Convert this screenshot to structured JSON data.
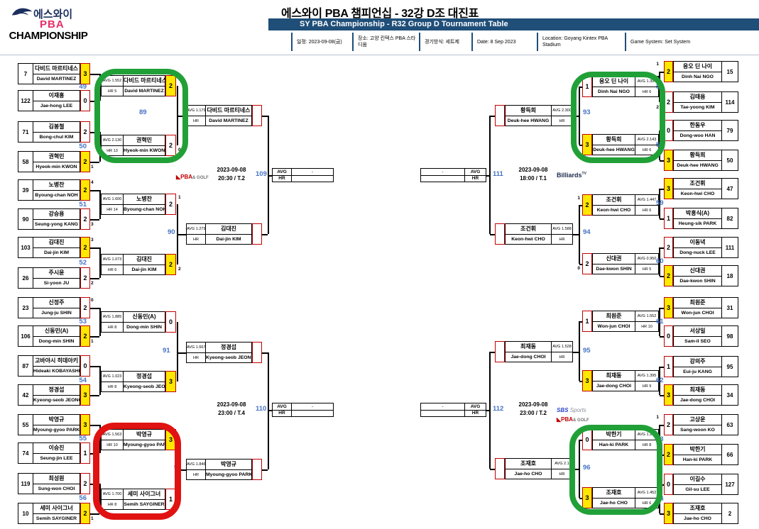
{
  "header": {
    "logo": {
      "brand_ko": "에스와이",
      "brand_pba": "PBA",
      "brand_champ": "CHAMPIONSHIP"
    },
    "title": "에스와이 PBA 챔피언십 - 32강 D조 대진표",
    "subtitle": "SY PBA Championship - R32 Group D Tournament Table",
    "info": [
      "일정: 2023-09-08(금)",
      "장소: 고양 킨텍스 PBA 스타디움",
      "경기방식: 세트제",
      "Date: 8 Sep 2023",
      "Location: Goyang Kintex PBA Stadium",
      "Game System: Set System"
    ]
  },
  "colors": {
    "accent_blue": "#1F4E78",
    "match_number_blue": "#4472C4",
    "score_border_red": "#C00000",
    "winner_yellow": "#FFE800",
    "ring_green": "#21A038",
    "ring_red": "#E11212"
  },
  "logos": {
    "pba_golf": {
      "mark": "◣",
      "p1": "PBA",
      "p2": "& GOLF"
    },
    "billiards_tv": {
      "p1": "Billiards",
      "p2": "TV"
    },
    "sbs_sports": {
      "p1": "SBS",
      "p2": "Sports"
    }
  },
  "annotations": [
    {
      "shape": "rounded-ring",
      "color": "green",
      "highlights": "left round-of-16 match 89"
    },
    {
      "shape": "rounded-ring",
      "color": "red",
      "highlights": "left round-of-16 match 92"
    },
    {
      "shape": "rounded-ring",
      "color": "green",
      "highlights": "right round-of-16 match 93"
    },
    {
      "shape": "rounded-ring",
      "color": "green",
      "highlights": "right round-of-16 match 96"
    }
  ],
  "bracket": {
    "left": {
      "round_of_32": [
        {
          "match_no": "49",
          "players": [
            {
              "seed": "7",
              "ko": "다비드 마르티네스",
              "en": "David MARTINEZ",
              "score": "3",
              "winner": true,
              "aux": ""
            },
            {
              "seed": "122",
              "ko": "이재홍",
              "en": "Jae-hong LEE",
              "score": "0",
              "winner": false,
              "aux": ""
            }
          ]
        },
        {
          "match_no": "50",
          "players": [
            {
              "seed": "71",
              "ko": "김봉철",
              "en": "Bong-chul KIM",
              "score": "2",
              "winner": false,
              "aux": ""
            },
            {
              "seed": "58",
              "ko": "권혁민",
              "en": "Hyeok-min KWON",
              "score": "2",
              "winner": true,
              "aux": "1"
            }
          ]
        },
        {
          "match_no": "51",
          "players": [
            {
              "seed": "39",
              "ko": "노병찬",
              "en": "Byoung-chan NOH",
              "score": "2",
              "winner": true,
              "aux": "4"
            },
            {
              "seed": "90",
              "ko": "강승용",
              "en": "Seung-yong KANG",
              "score": "2",
              "winner": false,
              "aux": "3"
            }
          ]
        },
        {
          "match_no": "52",
          "players": [
            {
              "seed": "103",
              "ko": "김대진",
              "en": "Dai-jin KIM",
              "score": "2",
              "winner": true,
              "aux": "3"
            },
            {
              "seed": "26",
              "ko": "주시윤",
              "en": "Si-yoon JU",
              "score": "2",
              "winner": false,
              "aux": "2"
            }
          ]
        },
        {
          "match_no": "53",
          "players": [
            {
              "seed": "23",
              "ko": "신정주",
              "en": "Jung-ju SHIN",
              "score": "2",
              "winner": false,
              "aux": "0"
            },
            {
              "seed": "106",
              "ko": "신동민(A)",
              "en": "Dong-min SHIN",
              "score": "2",
              "winner": true,
              "aux": "1"
            }
          ]
        },
        {
          "match_no": "54",
          "players": [
            {
              "seed": "87",
              "ko": "고바야시 히데아키",
              "en": "Hideaki KOBAYASHI",
              "score": "0",
              "winner": false,
              "aux": ""
            },
            {
              "seed": "42",
              "ko": "정경섭",
              "en": "Kyeong-seob JEONG",
              "score": "3",
              "winner": true,
              "aux": ""
            }
          ]
        },
        {
          "match_no": "55",
          "players": [
            {
              "seed": "55",
              "ko": "박영규",
              "en": "Myoung-gyoo PARK",
              "score": "3",
              "winner": true,
              "aux": ""
            },
            {
              "seed": "74",
              "ko": "이승진",
              "en": "Seung-jin LEE",
              "score": "1",
              "winner": false,
              "aux": ""
            }
          ]
        },
        {
          "match_no": "56",
          "players": [
            {
              "seed": "119",
              "ko": "최성원",
              "en": "Sung-won CHOI",
              "score": "2",
              "winner": false,
              "aux": ""
            },
            {
              "seed": "10",
              "ko": "세미 사이그너",
              "en": "Semih SAYGINER",
              "score": "2",
              "winner": true,
              "aux": "1"
            }
          ]
        }
      ],
      "round_of_16": [
        {
          "match_no": "89",
          "players": [
            {
              "avg": "AVG 1.552",
              "hr": "HR 5",
              "ko": "다비드 마르티네스",
              "en": "David MARTINEZ",
              "score": "2",
              "winner": true,
              "aux": "4"
            },
            {
              "avg": "AVG 2.130",
              "hr": "HR 13",
              "ko": "권혁민",
              "en": "Hyeok-min KWON",
              "score": "2",
              "winner": false,
              "aux": "0"
            }
          ]
        },
        {
          "match_no": "90",
          "players": [
            {
              "avg": "AVG 1.600",
              "hr": "HR 14",
              "ko": "노병찬",
              "en": "Byoung-chan NOH",
              "score": "2",
              "winner": false,
              "aux": "1"
            },
            {
              "avg": "AVG 1.073",
              "hr": "HR 6",
              "ko": "김대진",
              "en": "Dai-jin KIM",
              "score": "2",
              "winner": true,
              "aux": "2"
            }
          ]
        },
        {
          "match_no": "91",
          "players": [
            {
              "avg": "AVG 1.885",
              "hr": "HR 8",
              "ko": "신동민(A)",
              "en": "Dong-min SHIN",
              "score": "0",
              "winner": false,
              "aux": ""
            },
            {
              "avg": "AVG 1.023",
              "hr": "HR 8",
              "ko": "정경섭",
              "en": "Kyeong-seob JEONG",
              "score": "3",
              "winner": true,
              "aux": ""
            }
          ]
        },
        {
          "match_no": "92",
          "players": [
            {
              "avg": "AVG 1.563",
              "hr": "HR 10",
              "ko": "박영규",
              "en": "Myoung-gyoo PARK",
              "score": "3",
              "winner": true,
              "aux": ""
            },
            {
              "avg": "AVG 1.700",
              "hr": "HR 8",
              "ko": "세미 사이그너",
              "en": "Semih SAYGINER",
              "score": "1",
              "winner": false,
              "aux": ""
            }
          ]
        }
      ],
      "quarterfinals": [
        {
          "match_no": "109",
          "date": "2023-09-08",
          "time": "20:30 / T.2",
          "broadcasters": [
            "pba_golf"
          ],
          "players": [
            {
              "avg": "AVG 1.179",
              "hr": "HR",
              "ko": "다비드 마르티네스",
              "en": "David MARTINEZ"
            },
            {
              "avg": "AVG 1.279",
              "hr": "HR",
              "ko": "김대진",
              "en": "Dai-jin KIM"
            }
          ],
          "result": {
            "avg_label": "AVG",
            "hr_label": "HR",
            "avg_value": "-",
            "hr_value": ""
          }
        },
        {
          "match_no": "110",
          "date": "2023-09-08",
          "time": "23:00 / T.4",
          "broadcasters": [],
          "players": [
            {
              "avg": "AVG 1.667",
              "hr": "HR",
              "ko": "정경섭",
              "en": "Kyeong-seob JEONG"
            },
            {
              "avg": "AVG 1.846",
              "hr": "HR",
              "ko": "박영규",
              "en": "Myoung-gyoo PARK"
            }
          ],
          "result": {
            "avg_label": "AVG",
            "hr_label": "HR",
            "avg_value": "-",
            "hr_value": ""
          }
        }
      ]
    },
    "right": {
      "round_of_32": [
        {
          "match_no": "57",
          "players": [
            {
              "seed": "15",
              "ko": "응오 딘 나이",
              "en": "Dinh Nai NGO",
              "score": "2",
              "winner": true,
              "aux": "1"
            },
            {
              "seed": "114",
              "ko": "김태용",
              "en": "Tae-yoong KIM",
              "score": "2",
              "winner": false,
              "aux": "2"
            }
          ]
        },
        {
          "match_no": "58",
          "players": [
            {
              "seed": "79",
              "ko": "한동우",
              "en": "Dong-woo HAN",
              "score": "0",
              "winner": false,
              "aux": ""
            },
            {
              "seed": "50",
              "ko": "황득희",
              "en": "Deuk-hee HWANG",
              "score": "3",
              "winner": true,
              "aux": ""
            }
          ]
        },
        {
          "match_no": "59",
          "players": [
            {
              "seed": "47",
              "ko": "조건휘",
              "en": "Keon-hwi CHO",
              "score": "3",
              "winner": true,
              "aux": ""
            },
            {
              "seed": "82",
              "ko": "박흥식(A)",
              "en": "Heung-sik PARK",
              "score": "1",
              "winner": false,
              "aux": ""
            }
          ]
        },
        {
          "match_no": "60",
          "players": [
            {
              "seed": "111",
              "ko": "이동녁",
              "en": "Dong-nuck LEE",
              "score": "2",
              "winner": false,
              "aux": ""
            },
            {
              "seed": "18",
              "ko": "신대권",
              "en": "Dae-kwon SHIN",
              "score": "2",
              "winner": true,
              "aux": ""
            }
          ]
        },
        {
          "match_no": "61",
          "players": [
            {
              "seed": "31",
              "ko": "최원준",
              "en": "Won-jun CHOI",
              "score": "3",
              "winner": true,
              "aux": ""
            },
            {
              "seed": "98",
              "ko": "서상일",
              "en": "Sam-il SEO",
              "score": "0",
              "winner": false,
              "aux": ""
            }
          ]
        },
        {
          "match_no": "62",
          "players": [
            {
              "seed": "95",
              "ko": "강의주",
              "en": "Eui-ju KANG",
              "score": "1",
              "winner": false,
              "aux": ""
            },
            {
              "seed": "34",
              "ko": "최재동",
              "en": "Jae-dong CHOI",
              "score": "3",
              "winner": true,
              "aux": ""
            }
          ]
        },
        {
          "match_no": "63",
          "players": [
            {
              "seed": "63",
              "ko": "고상운",
              "en": "Sang-woon KO",
              "score": "2",
              "winner": false,
              "aux": "1"
            },
            {
              "seed": "66",
              "ko": "박한기",
              "en": "Han-ki PARK",
              "score": "2",
              "winner": true,
              "aux": ""
            }
          ]
        },
        {
          "match_no": "64",
          "players": [
            {
              "seed": "127",
              "ko": "이길수",
              "en": "Gil-su LEE",
              "score": "0",
              "winner": false,
              "aux": ""
            },
            {
              "seed": "2",
              "ko": "조재호",
              "en": "Jae-ho CHO",
              "score": "3",
              "winner": true,
              "aux": ""
            }
          ]
        }
      ],
      "round_of_16": [
        {
          "match_no": "93",
          "players": [
            {
              "avg": "AVG 1.394",
              "hr": "HR 6",
              "ko": "응오 딘 나이",
              "en": "Dinh Nai NGO",
              "score": "1",
              "winner": false,
              "aux": ""
            },
            {
              "avg": "AVG 2.143",
              "hr": "HR 6",
              "ko": "황득희",
              "en": "Deuk-hee HWANG",
              "score": "3",
              "winner": true,
              "aux": ""
            }
          ]
        },
        {
          "match_no": "94",
          "players": [
            {
              "avg": "AVG 1.447",
              "hr": "HR 6",
              "ko": "조건휘",
              "en": "Keon-hwi CHO",
              "score": "2",
              "winner": true,
              "aux": "1"
            },
            {
              "avg": "AVG 0.950",
              "hr": "HR 5",
              "ko": "신대권",
              "en": "Dae-kwon SHIN",
              "score": "2",
              "winner": false,
              "aux": "0"
            }
          ]
        },
        {
          "match_no": "95",
          "players": [
            {
              "avg": "AVG 1.552",
              "hr": "HR 10",
              "ko": "최원준",
              "en": "Won-jun CHOI",
              "score": "1",
              "winner": false,
              "aux": ""
            },
            {
              "avg": "AVG 1.395",
              "hr": "HR 9",
              "ko": "최재동",
              "en": "Jae-dong CHOI",
              "score": "3",
              "winner": true,
              "aux": ""
            }
          ]
        },
        {
          "match_no": "96",
          "players": [
            {
              "avg": "AVG 1.243",
              "hr": "HR 8",
              "ko": "박한기",
              "en": "Han-ki PARK",
              "score": "0",
              "winner": false,
              "aux": ""
            },
            {
              "avg": "AVG 1.452",
              "hr": "HR 6",
              "ko": "조재호",
              "en": "Jae-ho CHO",
              "score": "3",
              "winner": true,
              "aux": ""
            }
          ]
        }
      ],
      "quarterfinals": [
        {
          "match_no": "111",
          "date": "2023-09-08",
          "time": "18:00 / T.1",
          "broadcasters": [
            "billiards_tv"
          ],
          "players": [
            {
              "avg": "AVG 2.300",
              "hr": "HR",
              "ko": "황득희",
              "en": "Deuk-hee HWANG"
            },
            {
              "avg": "AVG 1.588",
              "hr": "HR",
              "ko": "조건휘",
              "en": "Keon-hwi CHO"
            }
          ],
          "result": {
            "avg_label": "AVG",
            "hr_label": "HR",
            "avg_value": "-",
            "hr_value": ""
          }
        },
        {
          "match_no": "112",
          "date": "2023-09-08",
          "time": "23:00 / T.2",
          "broadcasters": [
            "sbs_sports",
            "pba_golf"
          ],
          "players": [
            {
              "avg": "AVG 1.528",
              "hr": "HR",
              "ko": "최재동",
              "en": "Jae-dong CHOI"
            },
            {
              "avg": "AVG 2.1",
              "hr": "HR",
              "ko": "조재호",
              "en": "Jae-ho CHO"
            }
          ],
          "result": {
            "avg_label": "AVG",
            "hr_label": "HR",
            "avg_value": "-",
            "hr_value": ""
          }
        }
      ]
    }
  }
}
